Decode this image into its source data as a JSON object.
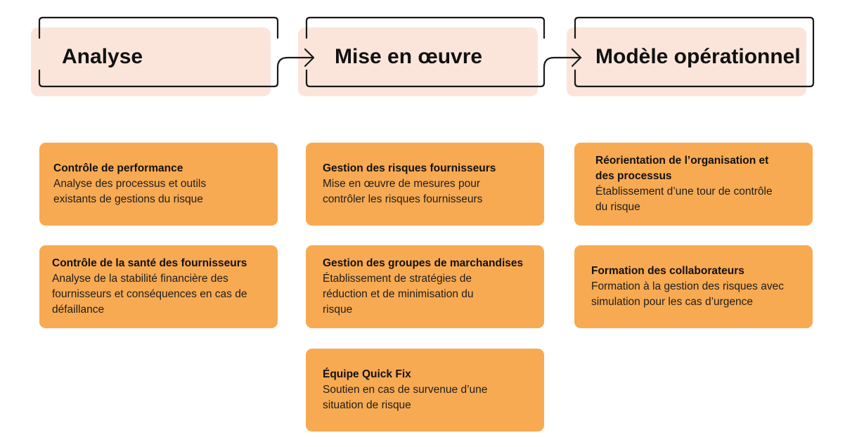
{
  "phases": [
    {
      "label": "Analyse"
    },
    {
      "label": "Mise en œuvre"
    },
    {
      "label": "Modèle opérationnel"
    }
  ],
  "columns": [
    {
      "cards": [
        {
          "title": "Contrôle de performance",
          "description": "Analyse des processus et outils existants de gestions du risque"
        },
        {
          "title": "Contrôle de la santé des fournisseurs",
          "description": "Analyse de la stabilité financière des fournisseurs et conséquences en cas de défaillance"
        }
      ]
    },
    {
      "cards": [
        {
          "title": "Gestion des risques fournisseurs",
          "description": "Mise en œuvre de mesures pour contrôler les risques fournisseurs"
        },
        {
          "title": "Gestion des groupes de marchandises",
          "description": "Établissement de stratégies de réduction et de minimisation du risque"
        },
        {
          "title": "Équipe Quick Fix",
          "description": "Soutien en cas de survenue d’une situation de risque"
        }
      ]
    },
    {
      "cards": [
        {
          "title": "Réorientation de l’organisation et des processus",
          "description": "Établissement d’une tour de contrôle du risque"
        },
        {
          "title": "Formation des collaborateurs",
          "description": "Formation à la gestion des risques avec simulation pour les cas d’urgence"
        }
      ]
    }
  ],
  "colors": {
    "header_fill": "#fbe5da",
    "card_fill": "#f8aa52",
    "outline": "#1a1a1a"
  }
}
